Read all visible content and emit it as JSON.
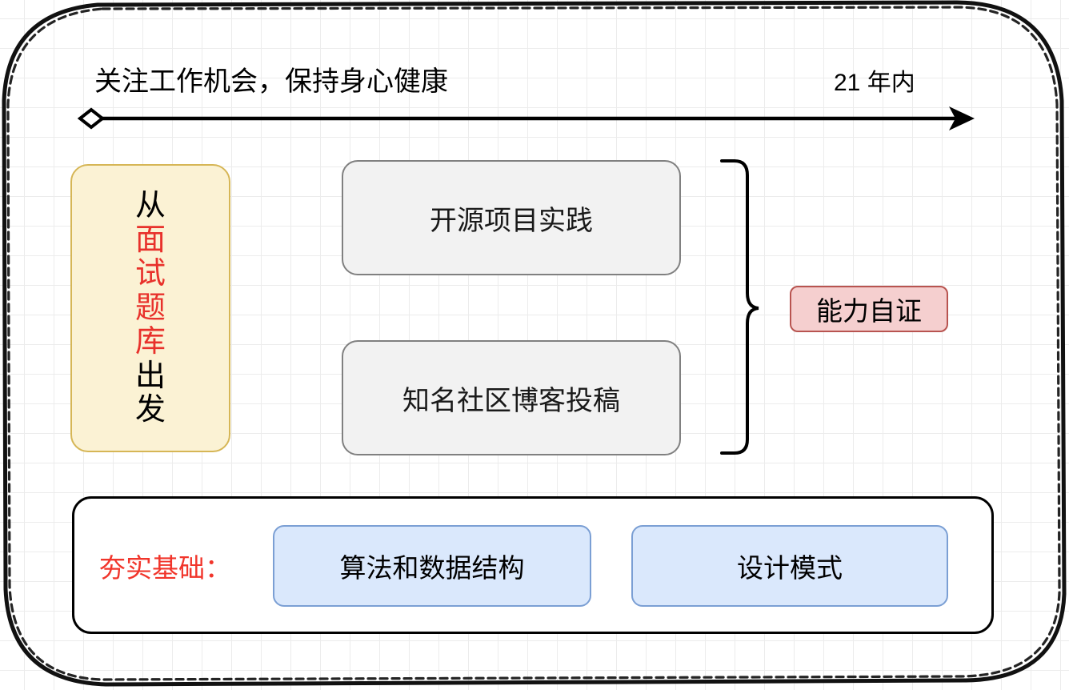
{
  "diagram": {
    "title": "关注工作机会，保持身心健康",
    "time_range": "21 年内",
    "timeline": {
      "start_marker": "diamond",
      "end_marker": "arrow"
    },
    "start_node": {
      "label_full": "从面试题库出发",
      "chars": [
        {
          "char": "从",
          "color": "#000000"
        },
        {
          "char": "面",
          "color": "#e8312b"
        },
        {
          "char": "试",
          "color": "#e8312b"
        },
        {
          "char": "题",
          "color": "#e8312b"
        },
        {
          "char": "库",
          "color": "#e8312b"
        },
        {
          "char": "出",
          "color": "#000000"
        },
        {
          "char": "发",
          "color": "#000000"
        }
      ],
      "fill": "#fbf2d4",
      "stroke": "#d6b656"
    },
    "practice_nodes": [
      {
        "label": "开源项目实践",
        "fill": "#f2f2f2",
        "stroke": "#808080"
      },
      {
        "label": "知名社区博客投稿",
        "fill": "#f2f2f2",
        "stroke": "#808080"
      }
    ],
    "brace_label": {
      "label": "能力自证",
      "fill": "#f5cfcf",
      "stroke": "#b85450"
    },
    "foundation": {
      "label": "夯实基础：",
      "label_color": "#f1352b",
      "items": [
        {
          "label": "算法和数据结构",
          "fill": "#dae8fc",
          "stroke": "#7b9fd4"
        },
        {
          "label": "设计模式",
          "fill": "#dae8fc",
          "stroke": "#7b9fd4"
        }
      ]
    }
  }
}
